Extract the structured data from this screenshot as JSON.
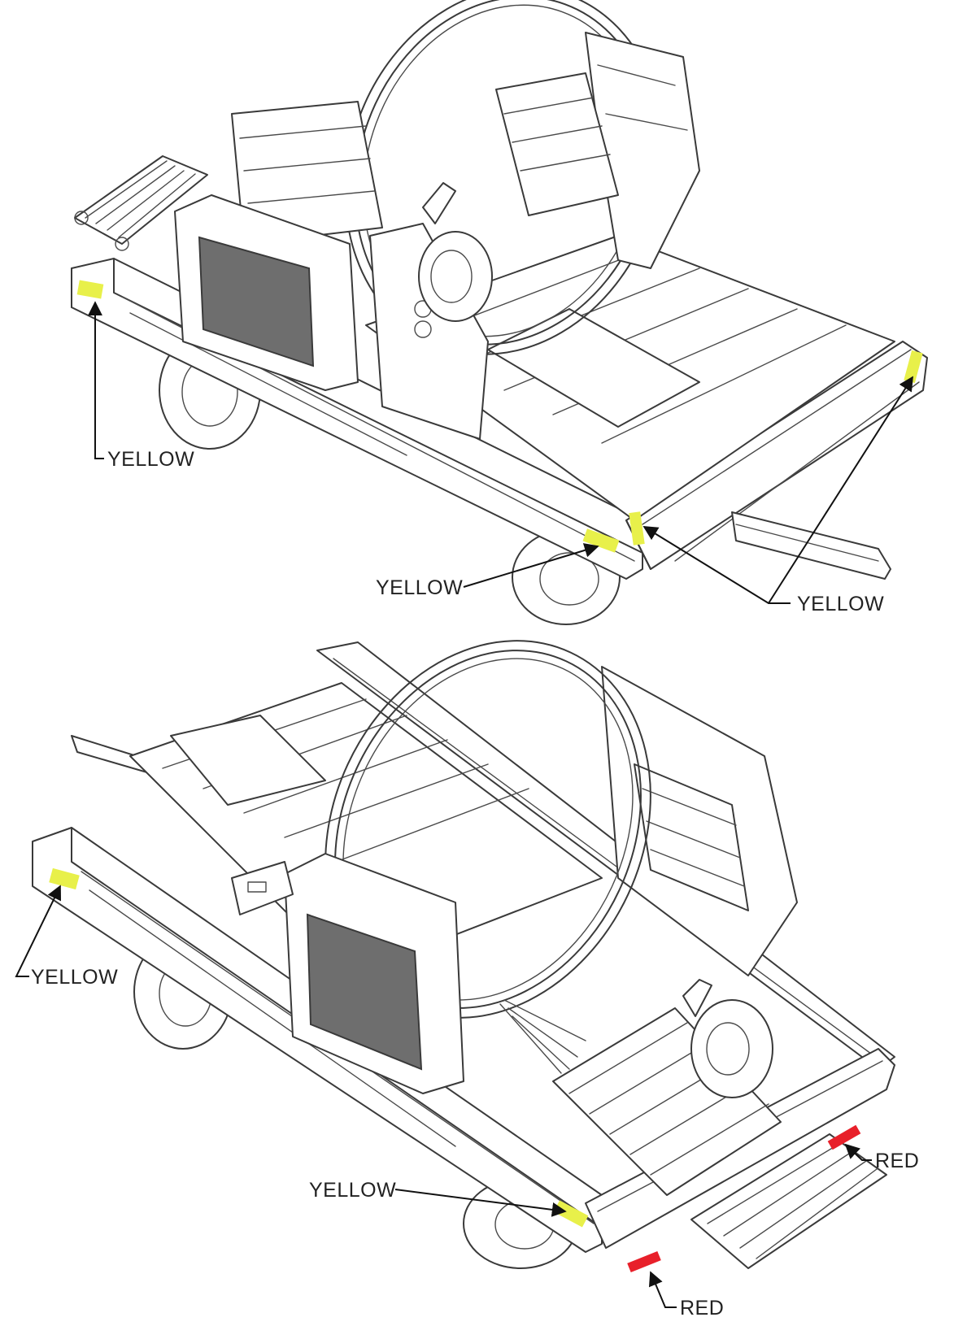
{
  "colors": {
    "yellow_reflector": "#e8f04a",
    "red_reflector": "#e8202a",
    "line": "#3a3a3a",
    "window_panel": "#6e6e6e"
  },
  "callouts": {
    "top_left": "YELLOW",
    "top_rear_center": "YELLOW",
    "top_rear_right": "YELLOW",
    "bottom_left": "YELLOW",
    "bottom_rear": "YELLOW",
    "bottom_red_right": "RED",
    "bottom_red_bottom": "RED"
  }
}
